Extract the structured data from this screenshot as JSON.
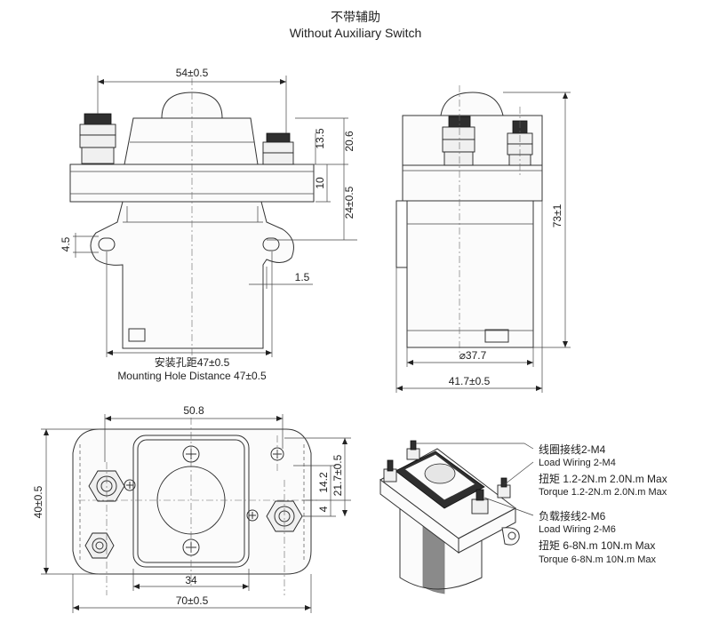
{
  "header": {
    "title_cn": "不带辅助",
    "title_en": "Without Auxiliary Switch"
  },
  "front_view": {
    "width": "54±0.5",
    "h_top": "20.6",
    "h_mid": "13.5",
    "h_flange": "10",
    "h_lower": "24±0.5",
    "slot": "4.5",
    "offset": "1.5",
    "caption_cn": "安装孔距47±0.5",
    "caption_en": "Mounting Hole Distance 47±0.5"
  },
  "side_view": {
    "height": "73±1",
    "diameter": "⌀37.7",
    "width": "41.7±0.5"
  },
  "top_view": {
    "width_top": "50.8",
    "width_bottom": "70±0.5",
    "center": "34",
    "height_left": "40±0.5",
    "height_right": "21.7±0.5",
    "h_inner": "14.2",
    "h_small": "4"
  },
  "callouts": {
    "coil_cn": "线圈接线2-M4",
    "coil_en": "Load Wiring 2-M4",
    "coil_torque_cn": "扭矩 1.2-2N.m  2.0N.m Max",
    "coil_torque_en": "Torque 1.2-2N.m  2.0N.m Max",
    "load_cn": "负载接线2-M6",
    "load_en": "Load Wiring 2-M6",
    "load_torque_cn": "扭矩 6-8N.m  10N.m Max",
    "load_torque_en": "Torque 6-8N.m  10N.m Max"
  }
}
